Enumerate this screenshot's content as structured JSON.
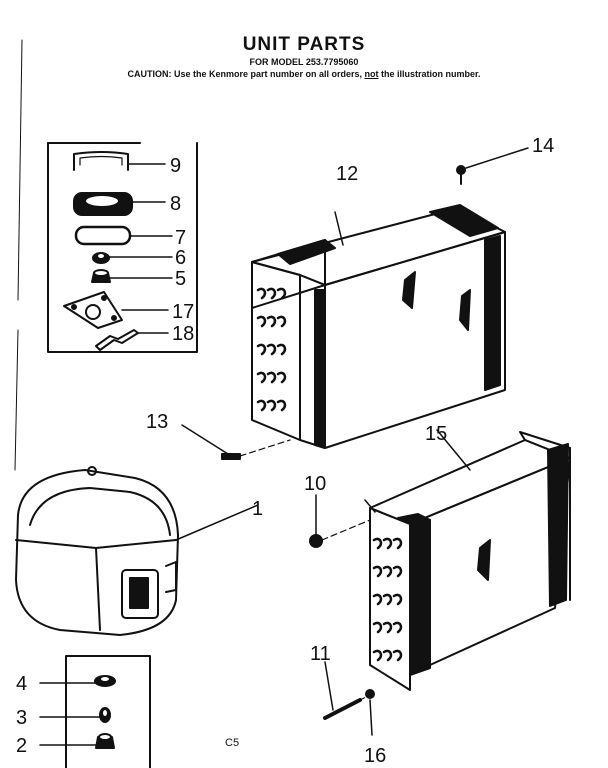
{
  "header": {
    "title": "UNIT PARTS",
    "model_line": "FOR MODEL 253.7795060",
    "caution_prefix": "CAUTION: Use the Kenmore part number on all orders,",
    "caution_not": "not",
    "caution_suffix": "the illustration number."
  },
  "callouts": {
    "c9": "9",
    "c8": "8",
    "c7": "7",
    "c6": "6",
    "c5": "5",
    "c17": "17",
    "c18": "18",
    "c14": "14",
    "c12": "12",
    "c13": "13",
    "c15": "15",
    "c10": "10",
    "c1": "1",
    "c11": "11",
    "c16": "16",
    "c4": "4",
    "c3": "3",
    "c2": "2"
  },
  "footer_code": "C5"
}
